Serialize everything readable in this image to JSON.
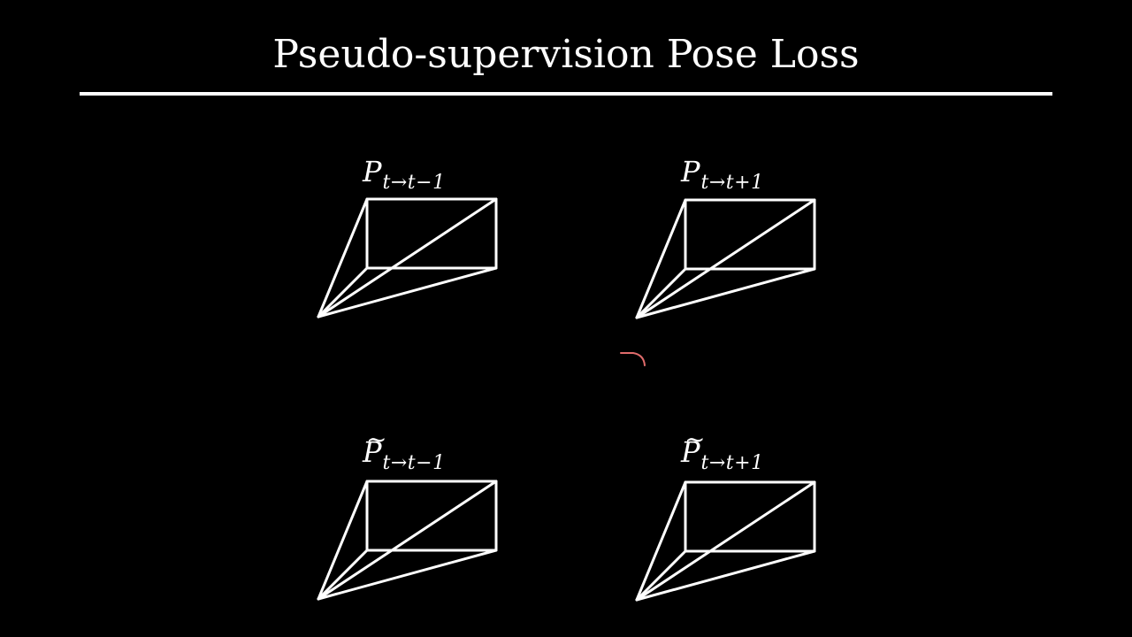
{
  "title": "Pseudo-supervision Pose Loss",
  "colors": {
    "background": "#000000",
    "foreground": "#ffffff",
    "cursor": "#e06c6c"
  },
  "poses": [
    {
      "id": "pose-prev",
      "symbol": "P",
      "tilde": false,
      "subscript": "t→t−1"
    },
    {
      "id": "pose-next",
      "symbol": "P",
      "tilde": false,
      "subscript": "t→t+1"
    },
    {
      "id": "pseudo-pose-prev",
      "symbol": "P",
      "tilde": true,
      "subscript": "t→t−1"
    },
    {
      "id": "pseudo-pose-next",
      "symbol": "P",
      "tilde": true,
      "subscript": "t→t+1"
    }
  ],
  "tilde_mark": "~"
}
